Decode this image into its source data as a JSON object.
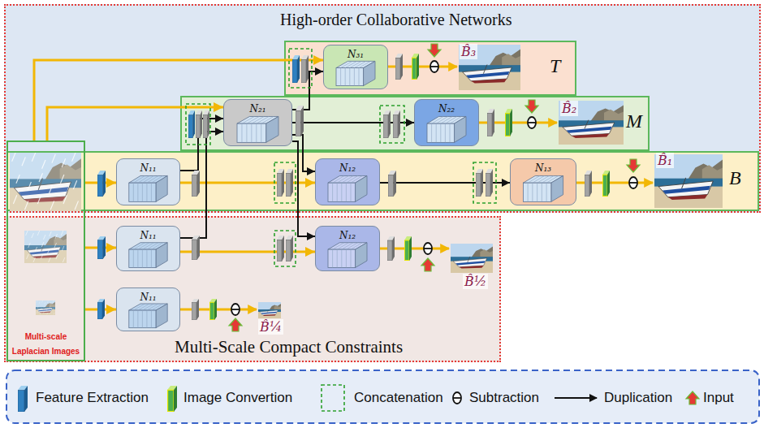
{
  "diagram": {
    "nodes": [
      {
        "text": [
          "High-order Collaborative Networks"
        ]
      },
      {
        "text": [
          "T"
        ],
        "in": 0
      },
      {
        "text": [
          "N₃₁"
        ],
        "in": 1
      },
      {
        "text": [
          "M"
        ],
        "in": 0
      },
      {
        "text": [
          "N₂₁"
        ],
        "in": 3
      },
      {
        "text": [
          "N₂₂"
        ],
        "in": 3
      },
      {
        "text": [
          "B"
        ],
        "in": 0
      },
      {
        "text": [
          "N₁₁"
        ],
        "in": 6
      },
      {
        "text": [
          "N₁₂"
        ],
        "in": 6
      },
      {
        "text": [
          "N₁₃"
        ],
        "in": 6
      },
      {
        "text": [
          "Multi-Scale Compact Constraints"
        ]
      },
      {
        "text": [
          "Multi-scale Laplacian Images"
        ]
      },
      {
        "text": [
          "N₁₁"
        ],
        "in": 10
      },
      {
        "text": [
          "N₁₂"
        ],
        "in": 10
      },
      {
        "text": [
          "N₁₁"
        ],
        "in": 10
      }
    ],
    "edges": [
      {
        "from": 11,
        "to": 7,
        "arrow": "to"
      },
      {
        "from": 11,
        "to": 12,
        "arrow": "to"
      },
      {
        "from": 11,
        "to": 14,
        "arrow": "to"
      },
      {
        "from": 11,
        "to": 4,
        "arrow": "to"
      },
      {
        "from": 11,
        "to": 2,
        "arrow": "to"
      },
      {
        "from": 7,
        "to": 8,
        "arrow": "to"
      },
      {
        "from": 7,
        "to": 4,
        "arrow": "to"
      },
      {
        "from": 12,
        "to": 13,
        "arrow": "to"
      },
      {
        "from": 12,
        "to": 4,
        "arrow": "to"
      },
      {
        "from": 4,
        "to": 2,
        "arrow": "to"
      },
      {
        "from": 4,
        "to": 5,
        "arrow": "to"
      },
      {
        "from": 4,
        "to": 8,
        "arrow": "to"
      },
      {
        "from": 4,
        "to": 13,
        "arrow": "to"
      },
      {
        "from": 8,
        "to": 9,
        "arrow": "to"
      }
    ],
    "labels": [
      "B̂₃",
      "B̂₂",
      "B̂₁",
      "B̂½",
      "B̂¼"
    ],
    "legend": [
      {
        "text": "Feature Extraction"
      },
      {
        "text": "Image Convertion"
      },
      {
        "text": "Concatenation"
      },
      {
        "text": "Subtraction"
      },
      {
        "text": "Duplication"
      },
      {
        "text": "Input"
      }
    ]
  }
}
